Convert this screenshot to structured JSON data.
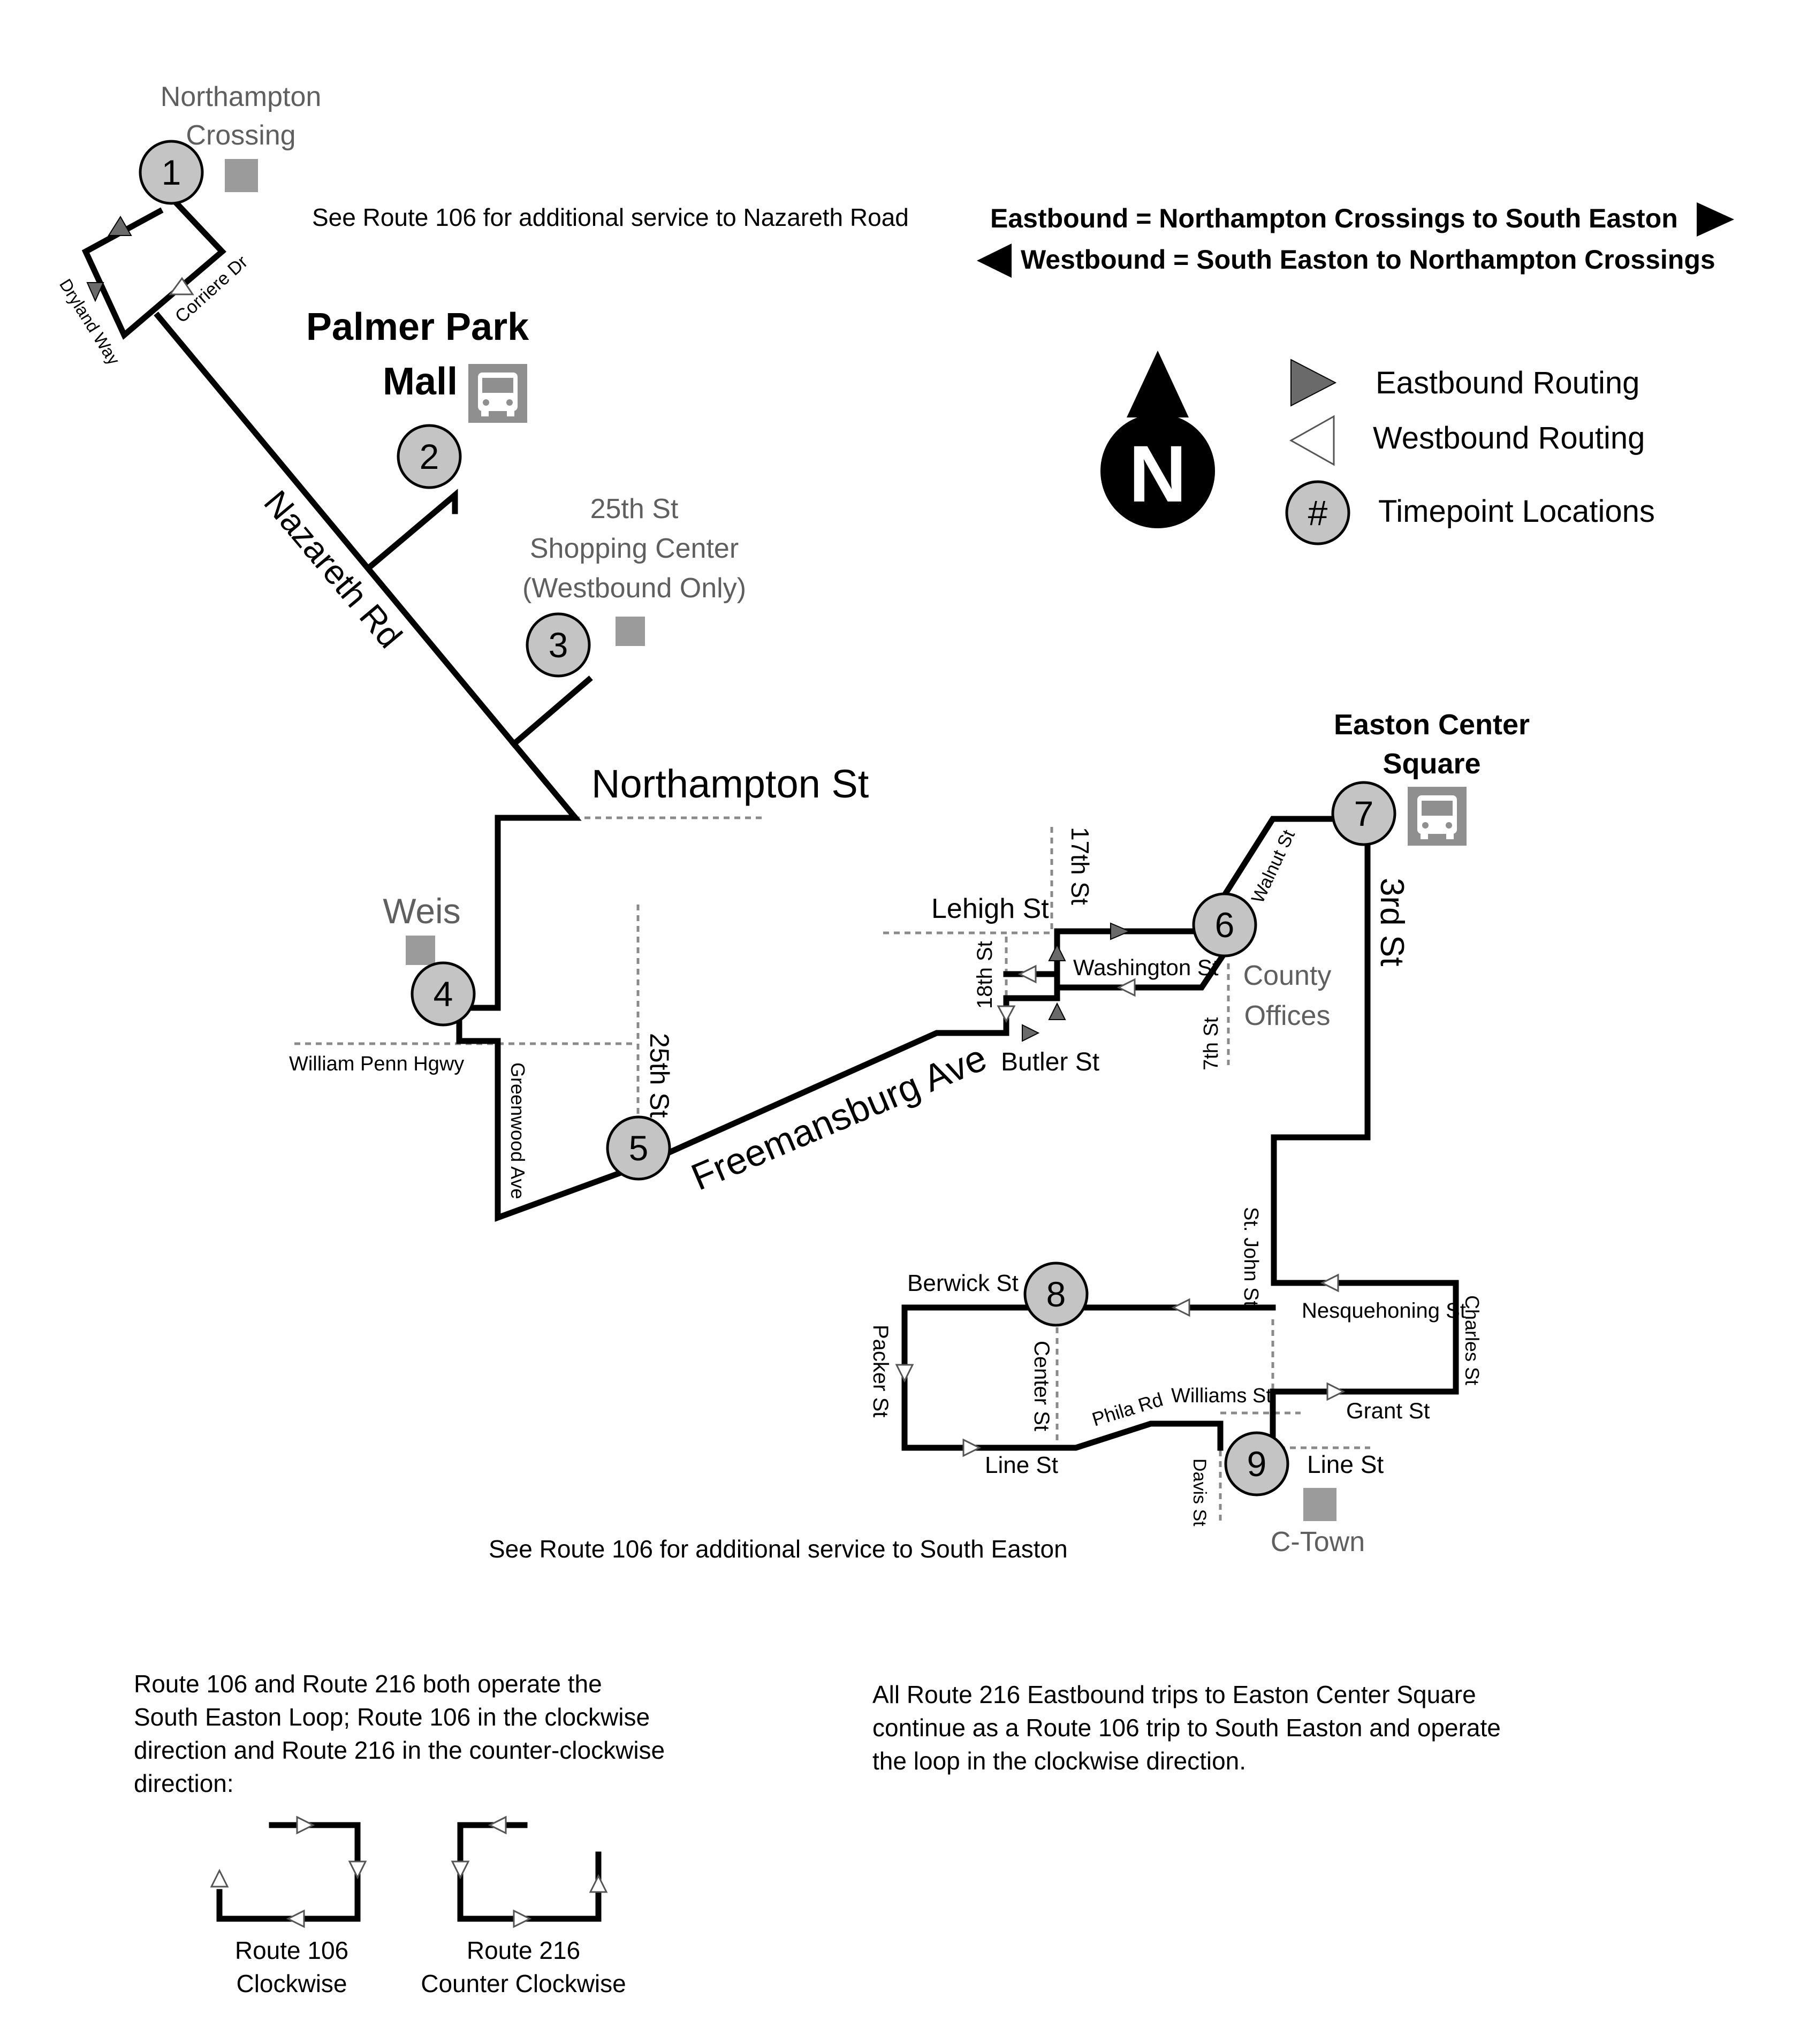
{
  "timepoints": [
    {
      "n": "1",
      "name": "Northampton Crossing"
    },
    {
      "n": "2",
      "name": "Palmer Park Mall"
    },
    {
      "n": "3",
      "name": "25th St Shopping Center (Westbound Only)"
    },
    {
      "n": "4",
      "name": "Weis"
    },
    {
      "n": "5",
      "name": ""
    },
    {
      "n": "6",
      "name": "County Offices"
    },
    {
      "n": "7",
      "name": "Easton Center Square"
    },
    {
      "n": "8",
      "name": ""
    },
    {
      "n": "9",
      "name": "C-Town"
    }
  ],
  "places": {
    "northampton_crossing": [
      "Northampton",
      "Crossing"
    ],
    "palmer_park_mall": [
      "Palmer Park",
      "Mall"
    ],
    "shopping_center_25th": [
      "25th St",
      "Shopping Center",
      "(Westbound Only)"
    ],
    "weis": "Weis",
    "county_offices": [
      "County",
      "Offices"
    ],
    "easton_center_square": [
      "Easton Center",
      "Square"
    ],
    "c_town": "C-Town"
  },
  "streets": {
    "dryland_way": "Dryland Way",
    "corriere_dr": "Corriere Dr",
    "nazareth_rd": "Nazareth Rd",
    "northampton_st": "Northampton St",
    "william_penn_hgwy": "William Penn Hgwy",
    "greenwood_ave": "Greenwood Ave",
    "st_25th": "25th St",
    "freemansburg_ave": "Freemansburg Ave",
    "lehigh_st": "Lehigh St",
    "st_17th": "17th St",
    "st_18th": "18th St",
    "washington_st": "Washington St",
    "butler_st": "Butler St",
    "walnut_st": "Walnut St",
    "st_7th": "7th St",
    "st_3rd": "3rd St",
    "st_john_st": "St. John St",
    "nesquehoning_st": "Nesquehoning St",
    "charles_st": "Charles St",
    "berwick_st": "Berwick St",
    "packer_st": "Packer St",
    "center_st": "Center St",
    "phila_rd": "Phila Rd",
    "williams_st": "Williams St",
    "grant_st": "Grant St",
    "line_st_west": "Line St",
    "line_st_east": "Line St",
    "davis_st": "Davis St"
  },
  "legend": {
    "eastbound_def": "Eastbound = Northampton Crossings to South Easton",
    "westbound_def": "Westbound = South Easton to Northampton Crossings",
    "north_letter": "N",
    "eastbound_routing": "Eastbound Routing",
    "westbound_routing": "Westbound Routing",
    "timepoint_symbol": "#",
    "timepoint_locations": "Timepoint Locations"
  },
  "notes": {
    "nazareth_service": "See Route 106 for additional service to Nazareth Road",
    "south_easton_service": "See Route 106 for additional service to South Easton",
    "loop_note": [
      "Route 106 and Route 216 both operate the",
      "South Easton Loop; Route 106 in the clockwise",
      "direction and Route 216 in the counter-clockwise",
      "direction:"
    ],
    "eastbound_note": [
      "All Route 216 Eastbound trips to Easton Center Square",
      "continue as a Route 106 trip to South Easton and operate",
      "the loop in the clockwise direction."
    ],
    "loop106_label": [
      "Route 106",
      "Clockwise"
    ],
    "loop216_label": [
      "Route 216",
      "Counter Clockwise"
    ]
  },
  "colors": {
    "route_line": "#000000",
    "timepoint_fill": "#c4c4c4",
    "place_marker": "#9b9b9b",
    "eastbound_arrow": "#6a6a6a",
    "westbound_arrow": "#ffffff",
    "street_dash": "#8a8a8a"
  },
  "icons": [
    "bus-stop-icon",
    "north-arrow-icon",
    "place-marker-icon"
  ]
}
